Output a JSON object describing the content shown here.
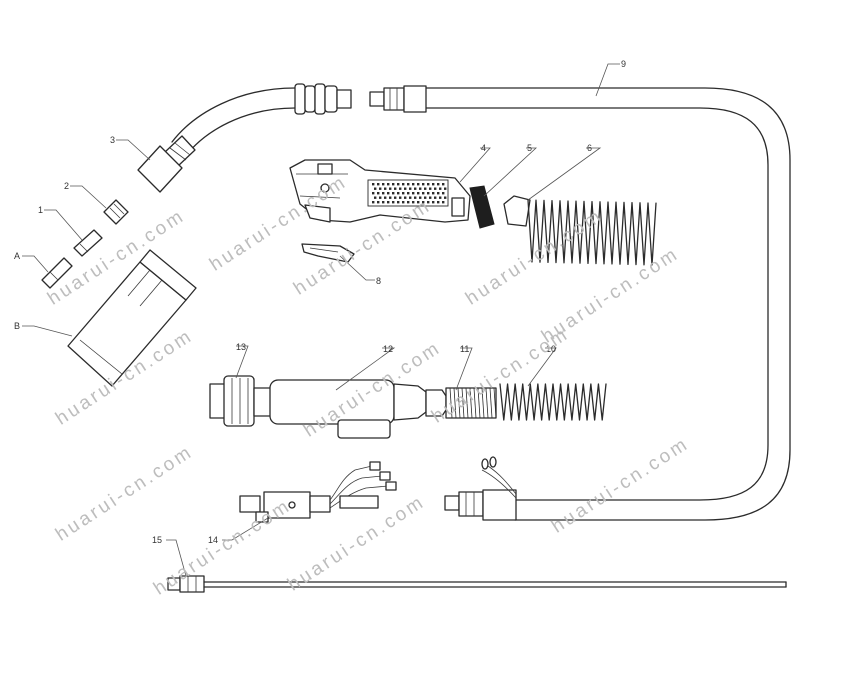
{
  "callouts": [
    "A",
    "B",
    "1",
    "2",
    "3",
    "4",
    "5",
    "6",
    "8",
    "9",
    "10",
    "11",
    "12",
    "13",
    "14",
    "15"
  ],
  "watermark": "huarui-cn.com"
}
